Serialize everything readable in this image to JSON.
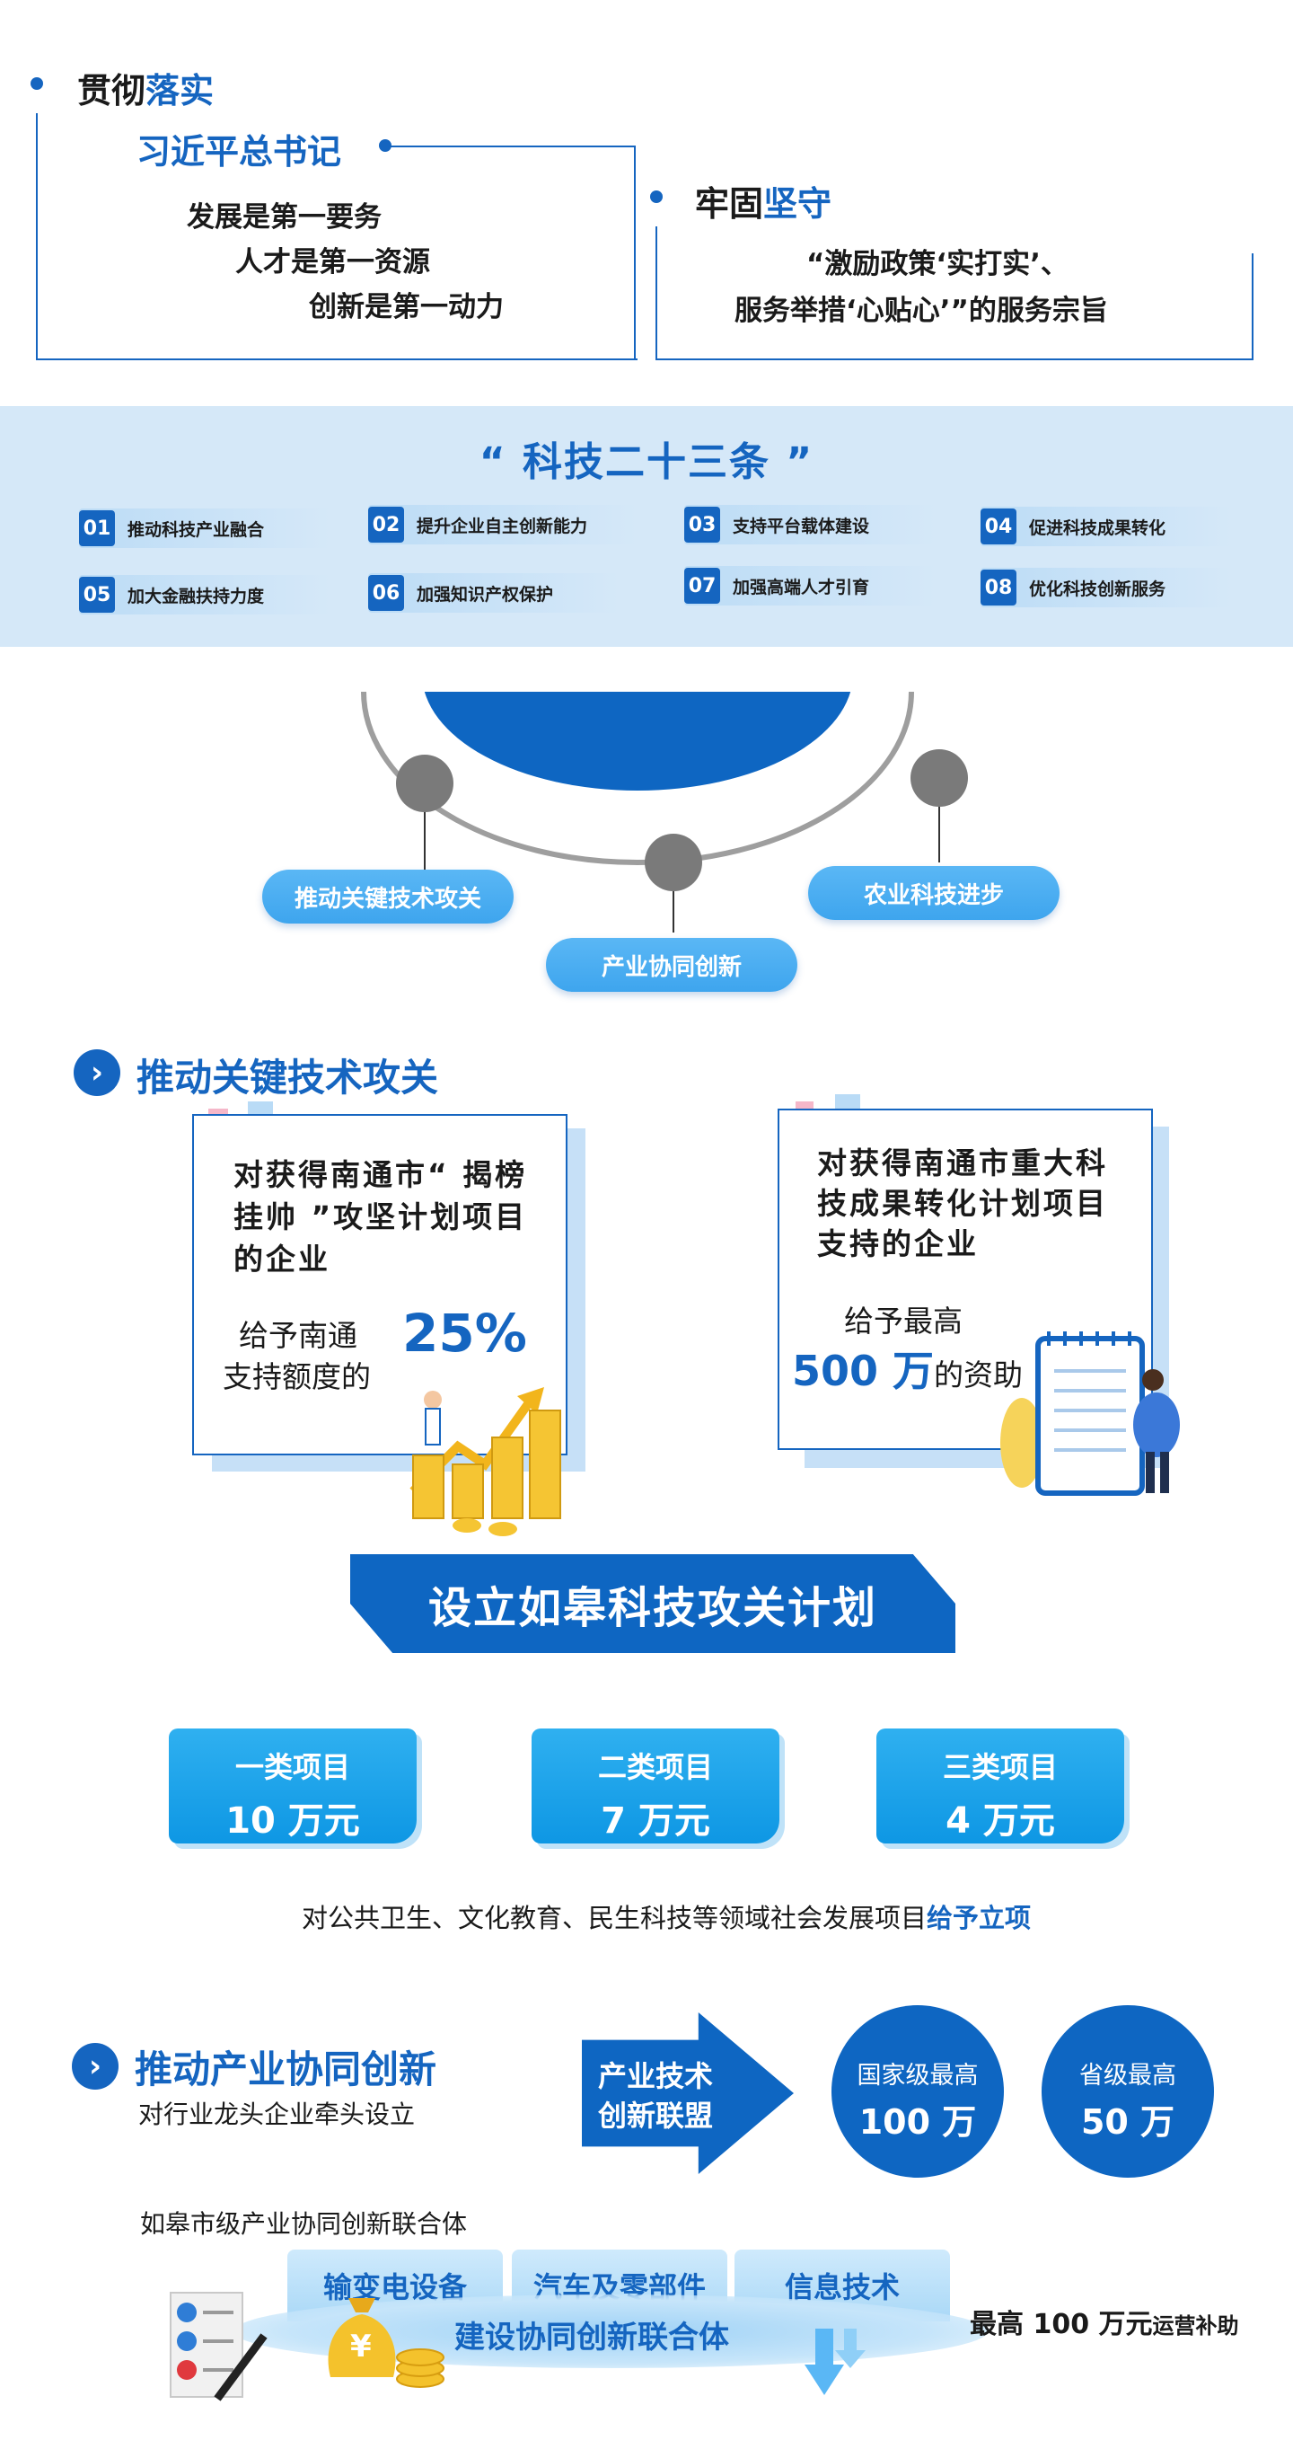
{
  "intro": {
    "left_heading_a": "贯彻",
    "left_heading_b": "落实",
    "leader": "习近平总书记",
    "lines": [
      "发展是第一要务",
      "人才是第一资源",
      "创新是第一动力"
    ],
    "right_heading_a": "牢固",
    "right_heading_b": "坚守",
    "right_lines": [
      "“激励政策‘实打实’、",
      "服务举措‘心贴心’”的服务宗旨"
    ]
  },
  "tech23": {
    "title": "“ 科技二十三条 ”",
    "items": [
      {
        "num": "01",
        "label": "推动科技产业融合"
      },
      {
        "num": "02",
        "label": "提升企业自主创新能力"
      },
      {
        "num": "03",
        "label": "支持平台载体建设"
      },
      {
        "num": "04",
        "label": "促进科技成果转化"
      },
      {
        "num": "05",
        "label": "加大金融扶持力度"
      },
      {
        "num": "06",
        "label": "加强知识产权保护"
      },
      {
        "num": "07",
        "label": "加强高端人才引育"
      },
      {
        "num": "08",
        "label": "优化科技创新服务"
      }
    ]
  },
  "hub": {
    "pills": [
      "推动关键技术攻关",
      "产业协同创新",
      "农业科技进步"
    ]
  },
  "keytech": {
    "heading": "推动关键技术攻关",
    "card1": {
      "text": "对获得南通市“ 揭榜挂帅 ”攻坚计划项目的企业",
      "give_line1": "给予南通",
      "give_line2": "支持额度的",
      "percent": "25%"
    },
    "card2": {
      "text": "对获得南通市重大科技成果转化计划项目支持的企业",
      "give_line1": "给予最高",
      "amount": "500 万",
      "suffix": "的资助"
    },
    "banner": "设立如皋科技攻关计划",
    "projects": [
      {
        "title": "一类项目",
        "value": "10 万元"
      },
      {
        "title": "二类项目",
        "value": "7 万元"
      },
      {
        "title": "三类项目",
        "value": "4 万元"
      }
    ],
    "note_prefix": "对公共卫生、文化教育、民生科技等领域社会发展项目",
    "note_highlight": "给予立项"
  },
  "industry": {
    "heading": "推动产业协同创新",
    "sub": "对行业龙头企业牵头设立",
    "arrow_line1": "产业技术",
    "arrow_line2": "创新联盟",
    "national_label": "国家级最高",
    "national_value": "100 万",
    "provincial_label": "省级最高",
    "provincial_value": "50 万",
    "consortium_label": "如皋市级产业协同创新联合体",
    "categories": [
      "输变电设备",
      "汽车及零部件",
      "信息技术"
    ],
    "build_label": "建设协同创新联合体",
    "subsidy_bold": "最高 100 万元",
    "subsidy_tail": "运营补助",
    "yen": "¥"
  },
  "colors": {
    "primary": "#1565c0",
    "light_band": "#d5e8f8",
    "accent": "#0e97e4"
  }
}
